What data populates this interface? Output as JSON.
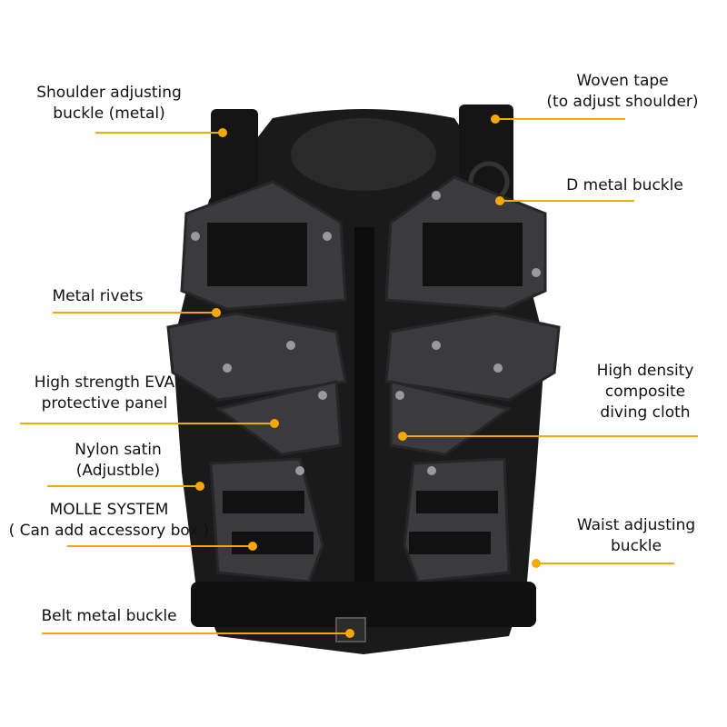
{
  "accent_color": "#f5a800",
  "labels": {
    "shoulder_buckle": [
      "Shoulder adjusting",
      "buckle (metal)"
    ],
    "woven_tape": [
      "Woven tape",
      "(to adjust shoulder)"
    ],
    "d_buckle": [
      "D metal buckle"
    ],
    "rivets": [
      "Metal rivets"
    ],
    "eva": [
      "High strength EVA",
      "protective panel"
    ],
    "cloth": [
      "High density",
      "composite",
      "diving cloth"
    ],
    "nylon": [
      "Nylon satin",
      "(Adjustble)"
    ],
    "molle": [
      "MOLLE SYSTEM",
      "( Can add accessory box )"
    ],
    "waist": [
      "Waist adjusting",
      "buckle"
    ],
    "belt": [
      "Belt metal buckle"
    ]
  }
}
